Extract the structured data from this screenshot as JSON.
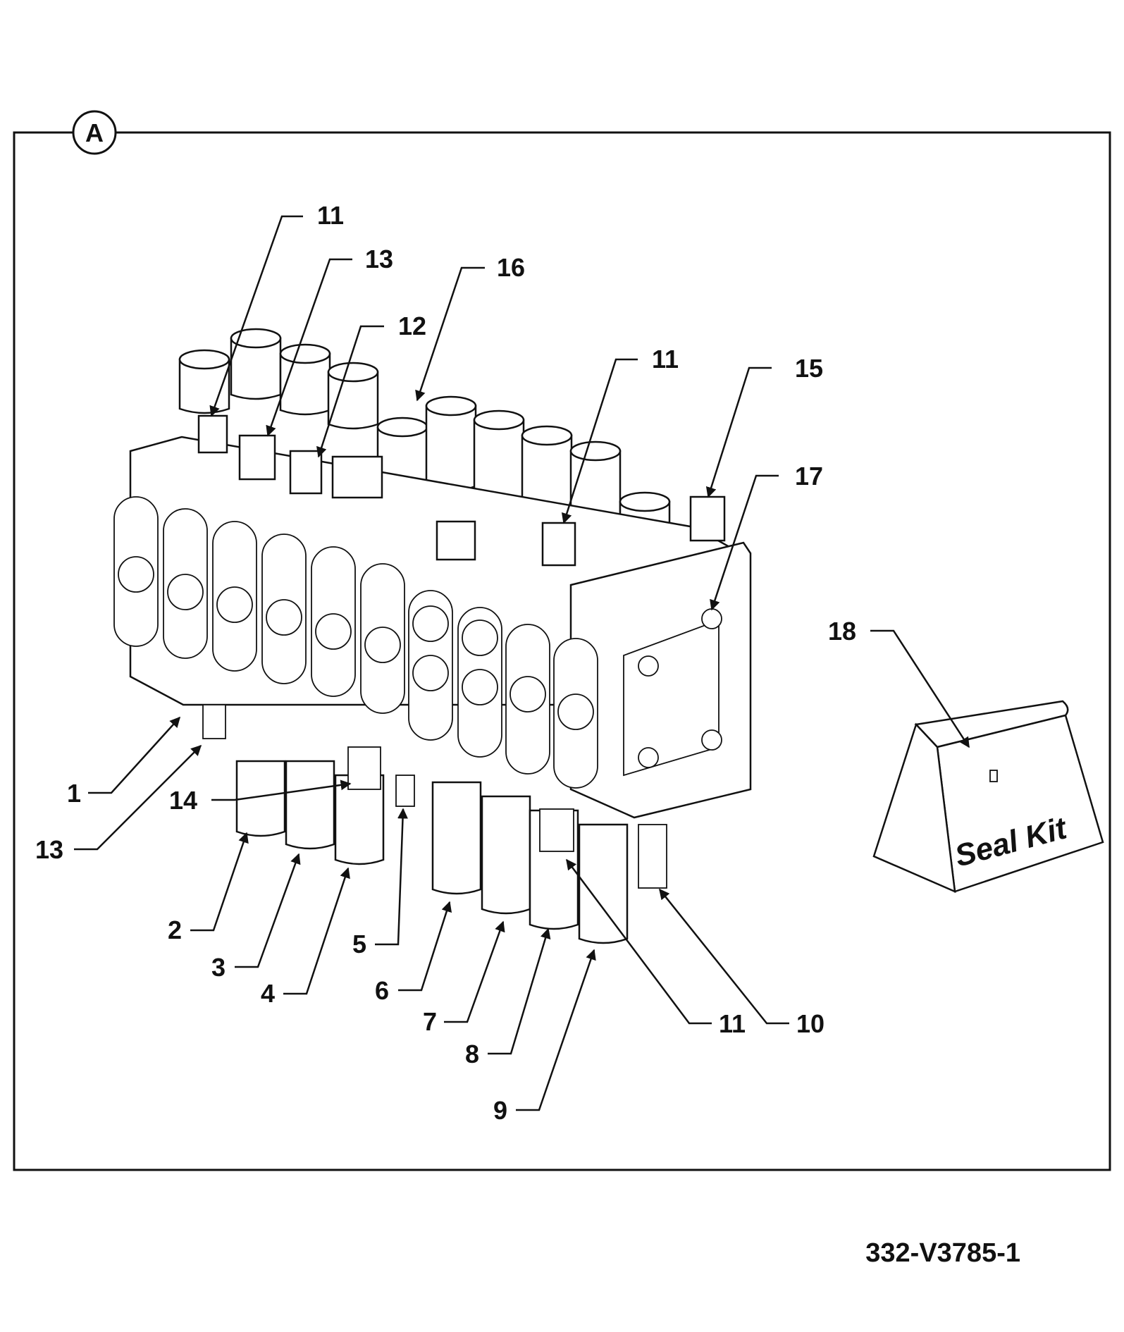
{
  "view_label": "A",
  "drawing_code": "332-V3785-1",
  "seal_kit_label": "Seal Kit",
  "callouts": [
    "11",
    "13",
    "12",
    "16",
    "11",
    "15",
    "17",
    "18",
    "1",
    "13",
    "14",
    "2",
    "3",
    "4",
    "5",
    "6",
    "7",
    "8",
    "9",
    "11",
    "10"
  ]
}
